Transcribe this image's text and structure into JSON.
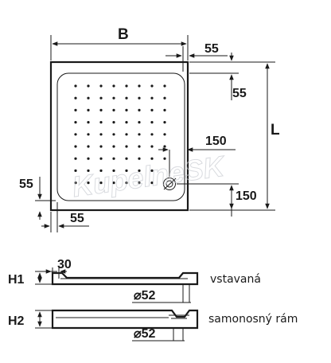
{
  "plan": {
    "dim_width": "B",
    "dim_length": "L",
    "dim_rim_top_right": "55",
    "dim_rim_right_top": "55",
    "dim_drain_x": "150",
    "dim_drain_y": "150",
    "dim_rim_left": "55",
    "dim_rim_bottom": "55"
  },
  "watermark": "KupelneSK",
  "profiles": {
    "built_in": {
      "height_label": "H1",
      "rim_label": "30",
      "drain_label": "⌀52",
      "description": "vstavaná"
    },
    "frame": {
      "height_label": "H2",
      "drain_label": "⌀52",
      "description": "samonosný rám"
    }
  }
}
